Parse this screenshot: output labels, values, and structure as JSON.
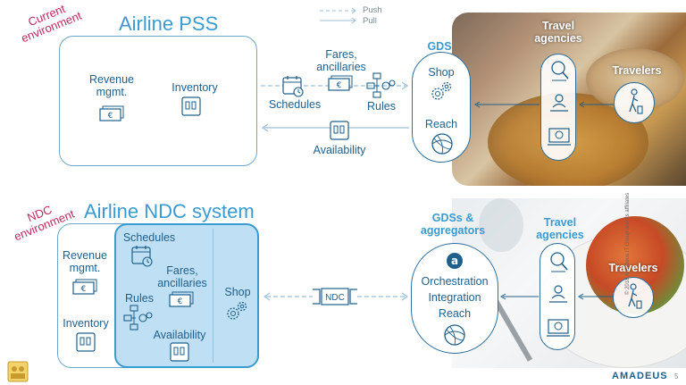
{
  "legend": {
    "push": "Push",
    "pull": "Pull"
  },
  "top": {
    "env_label": "Current environment",
    "title": "Airline PSS",
    "revenue": "Revenue mgmt.",
    "inventory": "Inventory",
    "fares": "Fares, ancillaries",
    "schedules": "Schedules",
    "rules": "Rules",
    "availability": "Availability",
    "gds": "GDS",
    "shop": "Shop",
    "reach": "Reach",
    "travel_agencies": "Travel agencies",
    "travelers": "Travelers"
  },
  "bottom": {
    "env_label": "NDC environment",
    "title": "Airline NDC system",
    "schedules": "Schedules",
    "revenue": "Revenue mgmt.",
    "fares": "Fares, ancillaries",
    "rules": "Rules",
    "inventory": "Inventory",
    "availability": "Availability",
    "shop": "Shop",
    "ndc": "NDC",
    "gds": "GDSs & aggregators",
    "orchestration": "Orchestration",
    "integration": "Integration",
    "reach": "Reach",
    "travel_agencies": "Travel agencies",
    "travelers": "Travelers"
  },
  "footer": {
    "brand": "amadeus",
    "page": "5",
    "copyright": "© 2018 Amadeus IT Group and its affiliates"
  },
  "colors": {
    "accent": "#3a9bd1",
    "dark": "#1f5f8b",
    "magenta": "#c0285a",
    "ndc_fill": "#bfe0f4"
  }
}
